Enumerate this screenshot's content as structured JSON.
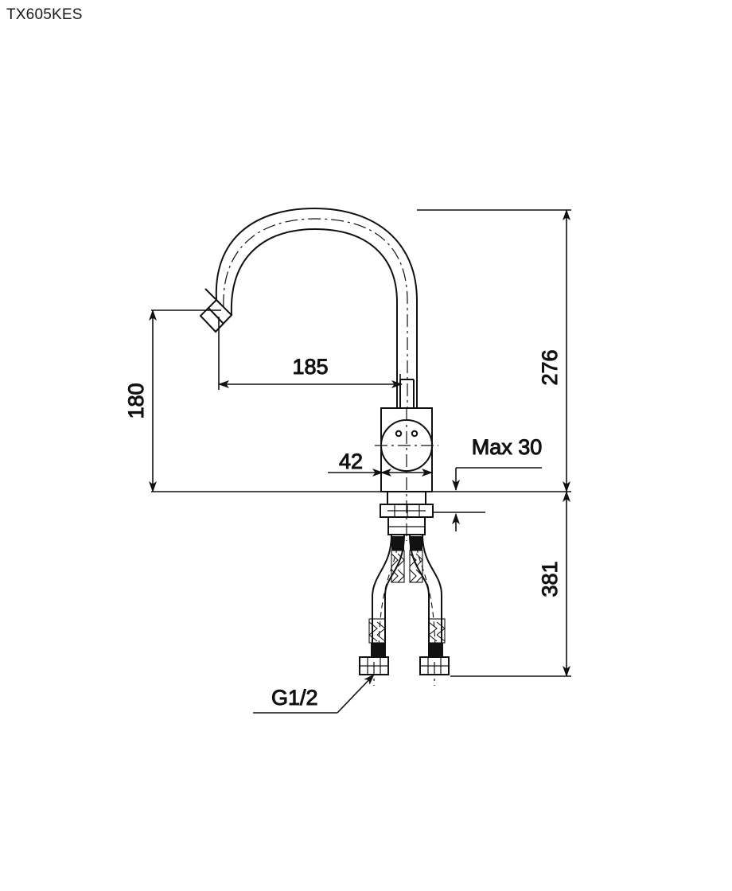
{
  "drawing": {
    "title": "TX605KES",
    "product": "single-lever-gooseneck-faucet",
    "units": "mm",
    "line_color": "#111111",
    "background_color": "#ffffff"
  },
  "dimensions": {
    "spout_height": "180",
    "spout_reach": "185",
    "overall_height": "276",
    "hose_length": "381",
    "body_width": "42",
    "deck_thickness": "Max 30",
    "inlet_thread": "G1/2"
  },
  "labels": [
    {
      "name": "spout-height",
      "value": "180",
      "orientation": "vertical"
    },
    {
      "name": "spout-reach",
      "value": "185",
      "orientation": "horizontal"
    },
    {
      "name": "overall-height",
      "value": "276",
      "orientation": "vertical"
    },
    {
      "name": "hose-length",
      "value": "381",
      "orientation": "vertical"
    },
    {
      "name": "body-width",
      "value": "42",
      "orientation": "horizontal"
    },
    {
      "name": "deck-thickness",
      "value": "Max 30",
      "orientation": "horizontal"
    },
    {
      "name": "inlet-thread",
      "value": "G1/2",
      "orientation": "horizontal"
    }
  ]
}
